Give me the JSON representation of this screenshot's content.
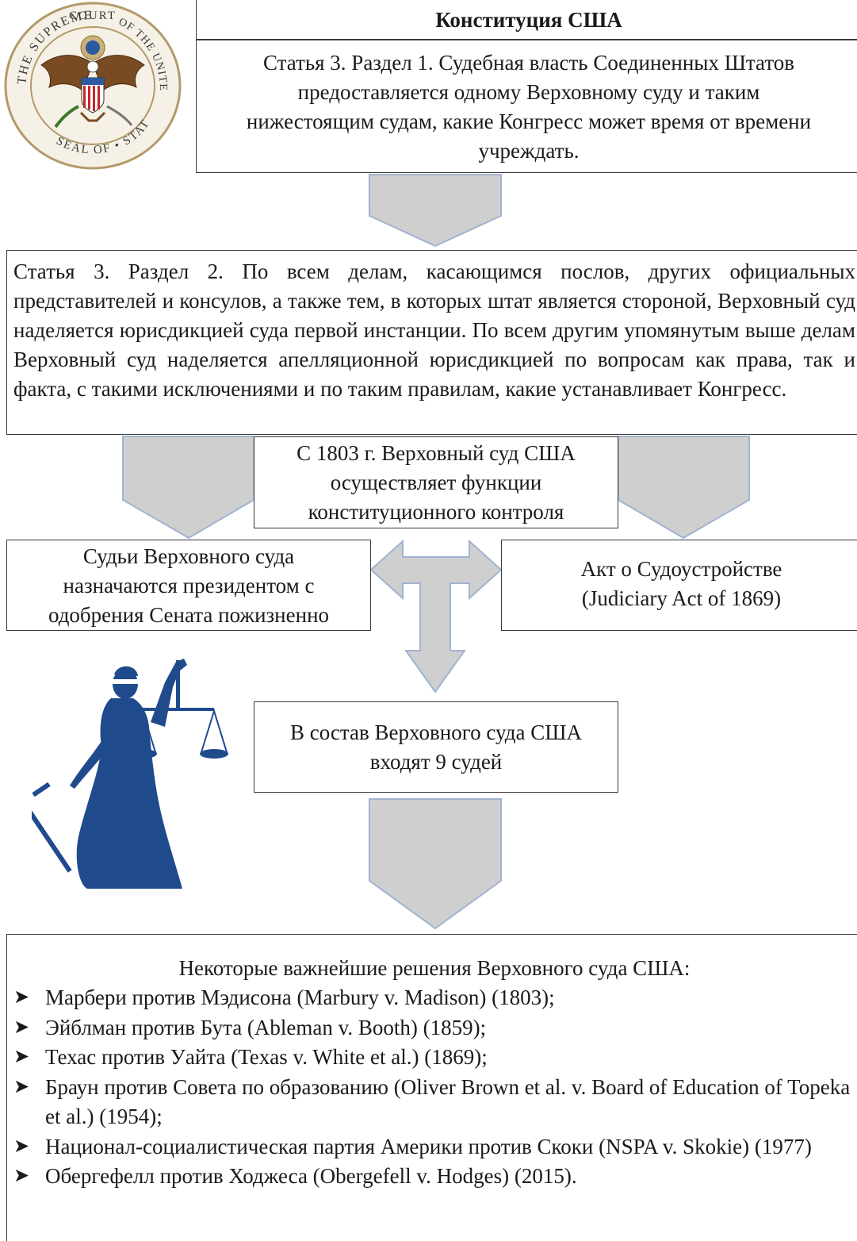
{
  "title": "Конституция США",
  "article3_section1": {
    "lines": [
      "Статья 3. Раздел 1. Судебная власть Соединенных Штатов",
      "предоставляется одному Верховному суду и таким",
      "нижестоящим судам, какие Конгресс может время от времени",
      "учреждать."
    ]
  },
  "article3_section2": {
    "text": "Статья 3. Раздел 2. По всем делам, касающимся послов, других официальных представителей и консулов, а также тем, в которых штат является стороной, Верховный суд наделяется юрисдикцией суда первой инстанции. По всем другим упомянутым выше делам Верховный суд наделяется апелляционной юрисдикцией по вопросам как права, так и факта, с такими исключениями и по таким правилам, какие устанавливает Конгресс."
  },
  "judicial_review": {
    "lines": [
      "С 1803 г. Верховный суд США",
      "осуществляет функции",
      "конституционного контроля"
    ]
  },
  "judges_appointment": {
    "lines": [
      "Судьи Верховного суда",
      "назначаются президентом с",
      "одобрения Сената пожизненно"
    ]
  },
  "judiciary_act": {
    "lines": [
      "Акт о Судоустройстве",
      "(Judiciary Act of 1869)"
    ]
  },
  "composition": {
    "lines": [
      "В состав Верховного суда США",
      "входят 9 судей"
    ]
  },
  "decisions": {
    "heading": "Некоторые важнейшие решения Верховного суда США:",
    "items": [
      "Марбери против Мэдисона (Marbury v. Madison) (1803);",
      "Эйблман против Бута (Ableman v. Booth) (1859);",
      "Техас против Уайта (Texas v. White et al.) (1869);",
      "Браун против Совета по образованию (Oliver Brown et al. v. Board of Education of Topeka et al.) (1954);",
      "Национал-социалистическая партия Америки против Скоки (NSPA v. Skokie) (1977)",
      "Обергефелл против Ходжеса (Obergefell v. Hodges) (2015)."
    ],
    "bullet_icon": "arrowhead-bullet-icon"
  },
  "seal": {
    "text_top": "COURT",
    "text_left": "THE SUPREME",
    "text_right": "OF THE UNITED",
    "text_bottom": "SEAL OF • STATES",
    "icon": "supreme-court-seal-icon"
  },
  "illustration": {
    "icon": "lady-justice-icon"
  },
  "colors": {
    "arrow_fill": "#cfcfcf",
    "arrow_stroke": "#9fb4cf",
    "justice_blue": "#1f4b8c",
    "box_border": "#3a3a3a"
  }
}
